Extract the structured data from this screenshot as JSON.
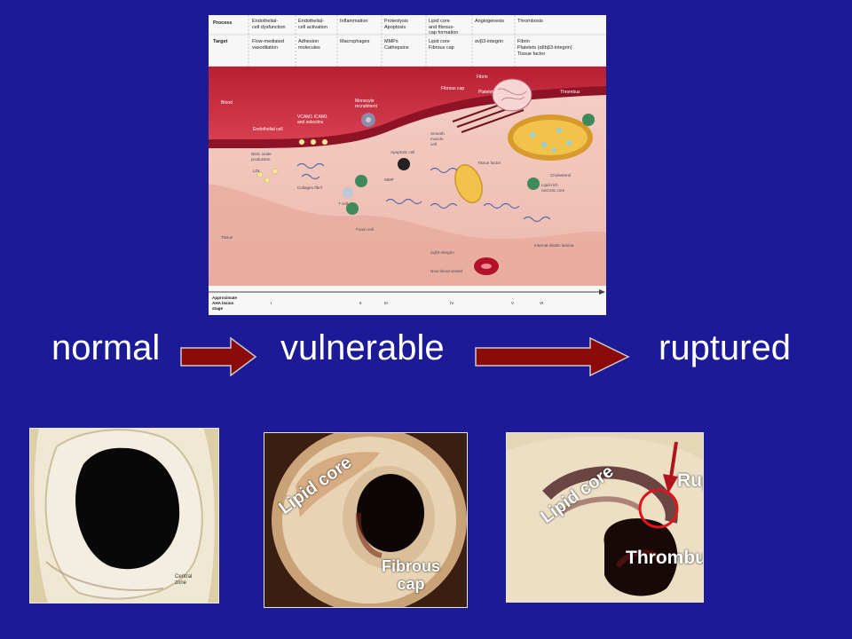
{
  "figure": {
    "header_process": "Process",
    "header_target": "Target",
    "columns": [
      {
        "process": [
          "Endothelial-",
          "cell dysfunction"
        ],
        "target": [
          "Flow-mediated",
          "vasodilation"
        ]
      },
      {
        "process": [
          "Endothelial-",
          "cell activation"
        ],
        "target": [
          "Adhesion",
          "molecules"
        ]
      },
      {
        "process": [
          "Inflammation"
        ],
        "target": [
          "Macrophages"
        ]
      },
      {
        "process": [
          "Proteolysis",
          "Apoptosis"
        ],
        "target": [
          "MMPs",
          "Cathepsins"
        ]
      },
      {
        "process": [
          "Lipid core",
          "and fibrous-",
          "cap formation"
        ],
        "target": [
          "Lipid core",
          "Fibrous cap"
        ]
      },
      {
        "process": [
          "Angiogenesis"
        ],
        "target": [
          "αvβ3-integrin"
        ]
      },
      {
        "process": [
          "Thrombosis"
        ],
        "target": [
          "Fibrin",
          "Platelets (αIIbβ3-integrin)",
          "Tissue factor"
        ]
      }
    ],
    "labels": {
      "blood": "Blood",
      "tissue": "Tissue",
      "endothelial_cell": "Endothelial cell",
      "vcam": "VCAM1 ICAM1",
      "selectins": "and selectins",
      "monocyte": "Monocyte",
      "recruitment": "recruitment",
      "fibrin": "Fibrin",
      "fibrous_cap": "Fibrous cap",
      "platelet": "Platelet",
      "thrombus": "Thrombus",
      "nitric_oxide": "Nitric oxide",
      "production": "production",
      "ldl": "LDL",
      "collagen_fibril": "Collagen fibril",
      "t_cell": "T cell",
      "foam_cell": "Foam cell",
      "apoptotic_cell": "Apoptotic cell",
      "mmp": "MMP",
      "smooth": "Smooth",
      "muscle": "muscle",
      "cell": "cell",
      "tissue_factor": "Tissue factor",
      "cholesterol": "Cholesterol",
      "lipid_rich": "Lipid-rich",
      "necrotic_core": "necrotic core",
      "integrin": "αvβ3-integrin",
      "new_vessel": "New blood vessel",
      "lamina": "Internal elastic lamina",
      "aha1": "Approximate",
      "aha2": "AHA lesion",
      "aha3": "stage",
      "stages": [
        "I",
        "II",
        "III",
        "IV",
        "V",
        "VI"
      ]
    }
  },
  "stages": {
    "normal": "normal",
    "vulnerable": "vulnerable",
    "ruptured": "ruptured"
  },
  "photos": {
    "normal": {
      "caption_line1": "Central",
      "caption_line2": "zone"
    },
    "vulnerable": {
      "lipid_core": "Lipid core",
      "fibrous_line1": "Fibrous",
      "fibrous_line2": "cap"
    },
    "ruptured": {
      "lipid_core": "Lipid core",
      "rupture": "Rupture",
      "thrombus": "Thrombus"
    }
  },
  "colors": {
    "background": "#1c1a96",
    "arrow": "#8b0a0a",
    "rupture_marker": "#e0141e",
    "blood": "#c8283c",
    "tissue": "#f2c9bf"
  }
}
